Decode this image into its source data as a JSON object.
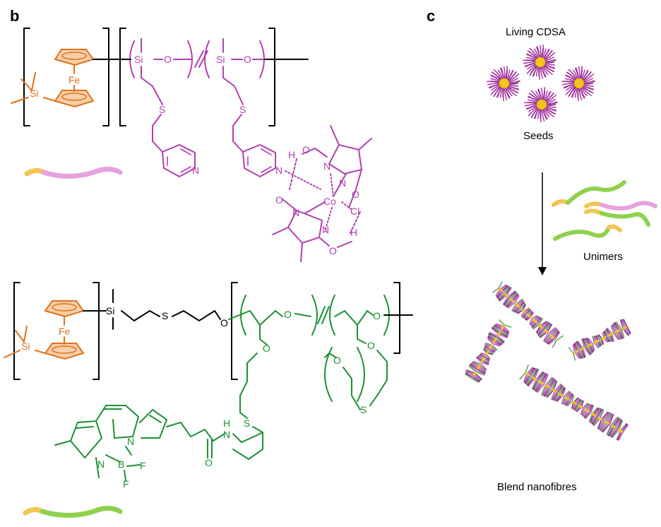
{
  "panels": {
    "b": {
      "letter": "b"
    },
    "c": {
      "letter": "c",
      "title": "Living CDSA",
      "seeds_label": "Seeds",
      "unimers_label": "Unimers",
      "nanofibres_label": "Blend nanofibres"
    }
  },
  "atoms": {
    "si": "Si",
    "fe": "Fe",
    "o": "O",
    "s": "S",
    "n": "N",
    "h": "H",
    "co": "Co",
    "cl": "Cl",
    "b": "B",
    "f": "F"
  },
  "colors": {
    "ferrocene": "#e0711c",
    "cobalt_polymer": "#b23fae",
    "bodipy_polymer": "#1e8f35",
    "core": "#f3c419",
    "unimer_core": "#f2c453",
    "unimer_pink": "#e6a2dd",
    "unimer_green": "#8fd14f"
  },
  "icons": [
    "arrow-down-icon"
  ]
}
